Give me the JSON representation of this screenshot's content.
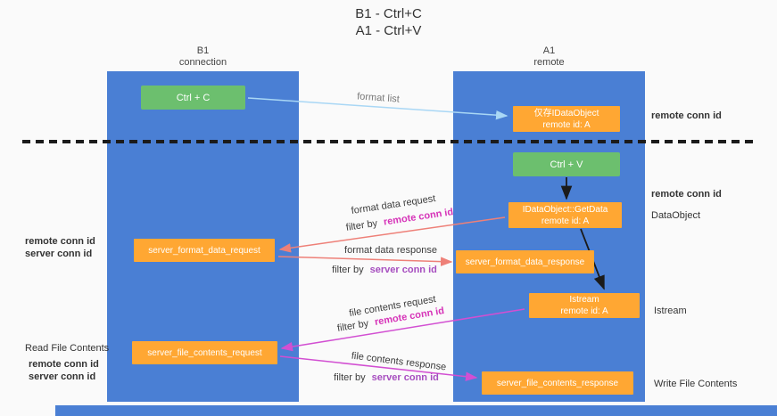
{
  "title": {
    "line1": "B1 - Ctrl+C",
    "line2": "A1 - Ctrl+V"
  },
  "lanes": {
    "left": {
      "name": "B1",
      "sub": "connection"
    },
    "right": {
      "name": "A1",
      "sub": "remote"
    }
  },
  "nodes": {
    "ctrl_c": "Ctrl + C",
    "ctrl_v": "Ctrl + V",
    "idataobject_line1": "仅存IDataObject",
    "idataobject_line2": "remote id: A",
    "getdata_line1": "IDataObject::GetData",
    "getdata_line2": "remote id: A",
    "istream_line1": "Istream",
    "istream_line2": "remote id: A",
    "format_request": "server_format_data_request",
    "format_response": "server_format_data_response",
    "file_request": "server_file_contents_request",
    "file_response": "server_file_contents_response"
  },
  "arrow_labels": {
    "format_list": "format list",
    "format_data_request": "format data request",
    "format_data_response": "format data response",
    "file_contents_request": "file contents request",
    "file_contents_response": "file contents response",
    "filter_by": "filter by",
    "remote_conn_id": "remote conn id",
    "server_conn_id": "server conn id"
  },
  "annotations": {
    "remote_conn_id": "remote conn id",
    "server_conn_id": "server conn id",
    "dataobject": "DataObject",
    "istream": "Istream",
    "read_file_contents": "Read File Contents",
    "write_file_contents": "Write File Contents"
  },
  "colors": {
    "lane_blue": "#4a7fd4",
    "green_box": "#6cbf6e",
    "orange_box": "#ffa733",
    "purple_text": "#a64dbf",
    "magenta_text": "#d633b8",
    "green_text": "#55a455",
    "red_arrow": "#ee8078",
    "magenta_arrow": "#d24fd2",
    "blue_arrow": "#a9d7f5",
    "black_arrow": "#1b1b1b"
  }
}
